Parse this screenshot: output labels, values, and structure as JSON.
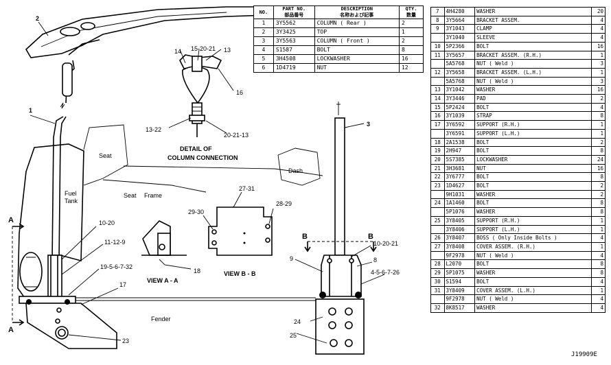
{
  "labels": {
    "callout_1": "1",
    "callout_2": "2",
    "callout_3": "3",
    "callout_8": "8",
    "callout_9": "9",
    "callout_14": "14",
    "callout_15": "15-20-21",
    "callout_13": "13",
    "callout_16": "16",
    "callout_13_22": "13-22",
    "callout_20_21_13": "20-21-13",
    "callout_27_31": "27-31",
    "callout_29_30": "29-30",
    "callout_28_29": "28-29",
    "callout_10_20": "10-20",
    "callout_11_12_9": "11-12-9",
    "callout_19_5_6_7_32": "19-5-6-7-32",
    "callout_17": "17",
    "callout_18": "18",
    "callout_23": "23",
    "callout_24": "24",
    "callout_25": "25",
    "callout_10_20_21": "10-20-21",
    "callout_4_5_6_7_26": "4-5-6-7-26",
    "detail_title_1": "DETAIL OF",
    "detail_title_2": "COLUMN CONNECTION",
    "view_a": "VIEW A - A",
    "view_b": "VIEW B - B",
    "seat": "Seat",
    "fuel_1": "Fuel",
    "fuel_2": "Tank",
    "seat_frame_1": "Seat",
    "seat_frame_2": "Frame",
    "dash": "Dash",
    "fender": "Fender",
    "section_a_top": "A",
    "section_a_bottom": "A",
    "section_b_left": "B",
    "section_b_right": "B"
  },
  "table_a": {
    "headers": {
      "no": "NO.",
      "part_no_en": "PART NO.",
      "part_no_jp": "部品番号",
      "desc_en": "DESCRIPTION",
      "desc_jp": "名称および記事",
      "qty_en": "QTY.",
      "qty_jp": "数量"
    },
    "rows": [
      {
        "no": "1",
        "part": "3Y5562",
        "desc": "COLUMN ( Rear )",
        "qty": "2"
      },
      {
        "no": "2",
        "part": "3Y3425",
        "desc": "TOP",
        "qty": "1"
      },
      {
        "no": "3",
        "part": "3Y5563",
        "desc": "COLUMN ( Front )",
        "qty": "2"
      },
      {
        "no": "4",
        "part": "S1587",
        "desc": "BOLT",
        "qty": "8"
      },
      {
        "no": "5",
        "part": "3H4508",
        "desc": "LOCKWASHER",
        "qty": "16"
      },
      {
        "no": "6",
        "part": "1D4719",
        "desc": "NUT",
        "qty": "12"
      }
    ]
  },
  "table_b": {
    "rows": [
      {
        "no": "7",
        "part": "4H4280",
        "desc": "WASHER",
        "qty": "20"
      },
      {
        "no": "8",
        "part": "3Y5664",
        "desc": "BRACKET ASSEM.",
        "qty": "4"
      },
      {
        "no": "9",
        "part": "3Y1043",
        "desc": "CLAMP",
        "qty": "4"
      },
      {
        "no": "",
        "part": "3Y1040",
        "desc": "SLEEVE",
        "qty": "4"
      },
      {
        "no": "10",
        "part": "5P2366",
        "desc": "BOLT",
        "qty": "16"
      },
      {
        "no": "11",
        "part": "3Y5657",
        "desc": "BRACKET ASSEM. (R.H.)",
        "qty": "1"
      },
      {
        "no": "",
        "part": "5A5768",
        "desc": "  NUT ( Weld )",
        "qty": "3"
      },
      {
        "no": "12",
        "part": "3Y5658",
        "desc": "BRACKET ASSEM. (L.H.)",
        "qty": "1"
      },
      {
        "no": "",
        "part": "5A5768",
        "desc": "  NUT ( Weld )",
        "qty": "3"
      },
      {
        "no": "13",
        "part": "3Y1042",
        "desc": "WASHER",
        "qty": "16"
      },
      {
        "no": "14",
        "part": "3Y3446",
        "desc": "PAD",
        "qty": "2"
      },
      {
        "no": "15",
        "part": "5P2424",
        "desc": "BOLT",
        "qty": "4"
      },
      {
        "no": "16",
        "part": "3Y1039",
        "desc": "STRAP",
        "qty": "8"
      },
      {
        "no": "17",
        "part": "3Y6592",
        "desc": "SUPPORT (R.H.)",
        "qty": "1"
      },
      {
        "no": "",
        "part": "3Y6591",
        "desc": "SUPPORT (L.H.)",
        "qty": "1"
      },
      {
        "no": "18",
        "part": "2A1538",
        "desc": "BOLT",
        "qty": "2"
      },
      {
        "no": "19",
        "part": "2H947",
        "desc": "BOLT",
        "qty": "8"
      },
      {
        "no": "20",
        "part": "5S7385",
        "desc": "LOCKWASHER",
        "qty": "24"
      },
      {
        "no": "21",
        "part": "3H3681",
        "desc": "NUT",
        "qty": "16"
      },
      {
        "no": "22",
        "part": "3Y6777",
        "desc": "BOLT",
        "qty": "8"
      },
      {
        "no": "23",
        "part": "1D4627",
        "desc": "BOLT",
        "qty": "2"
      },
      {
        "no": "",
        "part": "9H1031",
        "desc": "WASHER",
        "qty": "2"
      },
      {
        "no": "24",
        "part": "1A1460",
        "desc": "BOLT",
        "qty": "8"
      },
      {
        "no": "",
        "part": "5P1076",
        "desc": "WASHER",
        "qty": "8"
      },
      {
        "no": "25",
        "part": "3Y8405",
        "desc": "SUPPORT (R.H.)",
        "qty": "1"
      },
      {
        "no": "",
        "part": "3Y8406",
        "desc": "SUPPORT (L.H.)",
        "qty": "1"
      },
      {
        "no": "26",
        "part": "3Y8407",
        "desc": "BOSS ( Only Inside Bolts )",
        "qty": "4"
      },
      {
        "no": "27",
        "part": "3Y8408",
        "desc": "COVER ASSEM. (R.H.)",
        "qty": "1"
      },
      {
        "no": "",
        "part": "9F2978",
        "desc": "  NUT ( Weld )",
        "qty": "4"
      },
      {
        "no": "28",
        "part": "L2070",
        "desc": "BOLT",
        "qty": "8"
      },
      {
        "no": "29",
        "part": "5P1075",
        "desc": "WASHER",
        "qty": "8"
      },
      {
        "no": "30",
        "part": "S1594",
        "desc": "BOLT",
        "qty": "4"
      },
      {
        "no": "31",
        "part": "3Y8409",
        "desc": "COVER ASSEM. (L.H.)",
        "qty": "1"
      },
      {
        "no": "",
        "part": "9F2978",
        "desc": "  NUT ( Weld )",
        "qty": "4"
      },
      {
        "no": "32",
        "part": "8K8517",
        "desc": "WASHER",
        "qty": "4"
      }
    ]
  },
  "reference": "J19909E"
}
